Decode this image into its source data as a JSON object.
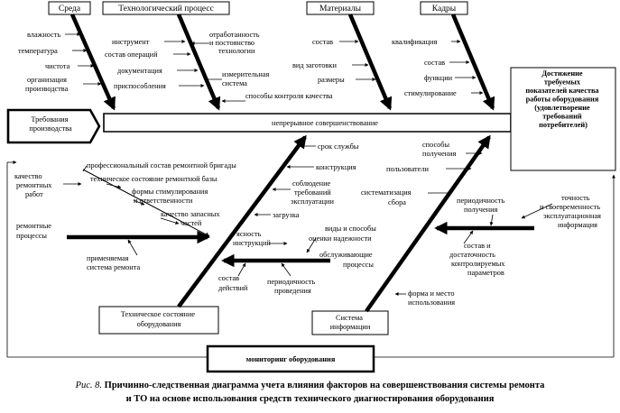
{
  "boxes": {
    "sreda": "Среда",
    "tech_process": "Технологический процесс",
    "materials": "Материалы",
    "staff": "Кадры",
    "requirements": [
      "Требования",
      "производства"
    ],
    "goal": [
      "Достижение",
      "требуемых",
      "показателей качества",
      "работы оборудования",
      "(удовлетворение",
      "требований",
      "потребителей)"
    ],
    "tech_state": [
      "Техническое состояние",
      "оборудования"
    ],
    "info_system": [
      "Система",
      "информации"
    ],
    "monitoring": "мониторинг оборудования"
  },
  "spine_label": "непрерывное совершенствование",
  "factors": {
    "sreda": [
      "влажность",
      "температура",
      "чистота",
      [
        "организация",
        "производства"
      ]
    ],
    "tech_process": [
      "инструмент",
      "состав операций",
      "документация",
      "приспособления",
      [
        "отработанность",
        "и постоянство",
        "технологии"
      ],
      [
        "измерительная",
        "система"
      ],
      "способы контроля качества"
    ],
    "materials": [
      "состав",
      "вид заготовки",
      "размеры"
    ],
    "staff": [
      "квалификация",
      "состав",
      "функции",
      "стимулирование"
    ],
    "repair_quality": [
      "качество",
      "ремонтных",
      "работ"
    ],
    "repair_quality_items": [
      "профессиональный состав ремонтной бригады",
      "техническое состояние ремонтной базы",
      [
        "формы стимулирования",
        "и ответственности"
      ],
      [
        "качество запасных",
        "частей"
      ]
    ],
    "repair_processes": [
      "ремонтные",
      "процессы"
    ],
    "applied_system": [
      "применяемая",
      "система ремонта"
    ],
    "tech_state_items": [
      "срок службы",
      "конструкция",
      [
        "соблюдение",
        "требований",
        "эксплуатации"
      ],
      "загрузка",
      [
        "ясность",
        "инструкций"
      ],
      [
        "виды и способы",
        "оценки надежности"
      ],
      [
        "обслуживающие",
        "процессы"
      ],
      [
        "состав",
        "действий"
      ],
      [
        "периодичность",
        "проведения"
      ]
    ],
    "info_items": [
      [
        "способы",
        "получения"
      ],
      "пользователи",
      [
        "систематизация",
        "сбора"
      ],
      [
        "периодичность",
        "получения"
      ],
      [
        "точность",
        "и своевременность",
        "эксплуатационная",
        "информация"
      ],
      [
        "состав и",
        "достаточность",
        "контролируемых",
        "параметров"
      ],
      [
        "форма и место",
        "использования"
      ]
    ]
  },
  "caption": {
    "prefix": "Рис. 8.",
    "line1": "Причинно-следственная диаграмма учета влияния факторов на совершенствования системы ремонта",
    "line2": "и ТО на основе использования средств технического диагностирования оборудования"
  }
}
